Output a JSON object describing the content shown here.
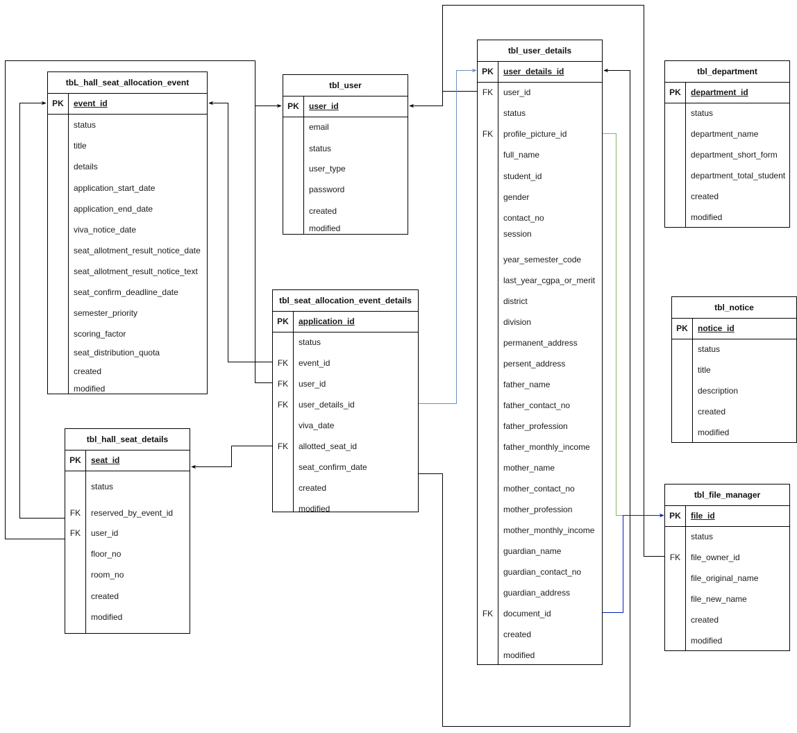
{
  "diagram": {
    "type": "entity-relationship",
    "tables": [
      {
        "id": "hall_seat_allocation_event",
        "name": "tbL_hall_seat_allocation_event",
        "pk": {
          "key": "PK",
          "field": "event_id"
        },
        "fields": [
          {
            "key": "",
            "name": "status"
          },
          {
            "key": "",
            "name": "title"
          },
          {
            "key": "",
            "name": "details"
          },
          {
            "key": "",
            "name": "application_start_date"
          },
          {
            "key": "",
            "name": "application_end_date"
          },
          {
            "key": "",
            "name": "viva_notice_date"
          },
          {
            "key": "",
            "name": "seat_allotment_result_notice_date"
          },
          {
            "key": "",
            "name": "seat_allotment_result_notice_text"
          },
          {
            "key": "",
            "name": "seat_confirm_deadline_date"
          },
          {
            "key": "",
            "name": "semester_priority"
          },
          {
            "key": "",
            "name": "scoring_factor"
          },
          {
            "key": "",
            "name": "seat_distribution_quota"
          },
          {
            "key": "",
            "name": "created"
          },
          {
            "key": "",
            "name": "modified"
          }
        ]
      },
      {
        "id": "user",
        "name": "tbl_user",
        "pk": {
          "key": "PK",
          "field": "user_id"
        },
        "fields": [
          {
            "key": "",
            "name": "email"
          },
          {
            "key": "",
            "name": "status"
          },
          {
            "key": "",
            "name": "user_type"
          },
          {
            "key": "",
            "name": "password"
          },
          {
            "key": "",
            "name": "created"
          },
          {
            "key": "",
            "name": "modified"
          }
        ]
      },
      {
        "id": "seat_allocation_event_details",
        "name": "tbl_seat_allocation_event_details",
        "pk": {
          "key": "PK",
          "field": "application_id"
        },
        "fields": [
          {
            "key": "",
            "name": "status"
          },
          {
            "key": "FK",
            "name": "event_id"
          },
          {
            "key": "FK",
            "name": "user_id"
          },
          {
            "key": "FK",
            "name": "user_details_id"
          },
          {
            "key": "",
            "name": "viva_date"
          },
          {
            "key": "FK",
            "name": "allotted_seat_id"
          },
          {
            "key": "",
            "name": "seat_confirm_date"
          },
          {
            "key": "",
            "name": "created"
          },
          {
            "key": "",
            "name": "modified"
          }
        ]
      },
      {
        "id": "hall_seat_details",
        "name": "tbl_hall_seat_details",
        "pk": {
          "key": "PK",
          "field": "seat_id"
        },
        "fields": [
          {
            "key": "",
            "name": "status"
          },
          {
            "key": "FK",
            "name": "reserved_by_event_id"
          },
          {
            "key": "FK",
            "name": "user_id"
          },
          {
            "key": "",
            "name": "floor_no"
          },
          {
            "key": "",
            "name": "room_no"
          },
          {
            "key": "",
            "name": "created"
          },
          {
            "key": "",
            "name": "modified"
          }
        ]
      },
      {
        "id": "user_details",
        "name": "tbl_user_details",
        "pk": {
          "key": "PK",
          "field": "user_details_id"
        },
        "fields": [
          {
            "key": "FK",
            "name": "user_id"
          },
          {
            "key": "",
            "name": "status"
          },
          {
            "key": "FK",
            "name": "profile_picture_id"
          },
          {
            "key": "",
            "name": "full_name"
          },
          {
            "key": "",
            "name": "student_id"
          },
          {
            "key": "",
            "name": "gender"
          },
          {
            "key": "",
            "name": "contact_no"
          },
          {
            "key": "",
            "name": "session"
          },
          {
            "key": "",
            "name": "year_semester_code"
          },
          {
            "key": "",
            "name": "last_year_cgpa_or_merit"
          },
          {
            "key": "",
            "name": "district"
          },
          {
            "key": "",
            "name": "division"
          },
          {
            "key": "",
            "name": "permanent_address"
          },
          {
            "key": "",
            "name": "persent_address"
          },
          {
            "key": "",
            "name": "father_name"
          },
          {
            "key": "",
            "name": "father_contact_no"
          },
          {
            "key": "",
            "name": "father_profession"
          },
          {
            "key": "",
            "name": "father_monthly_income"
          },
          {
            "key": "",
            "name": "mother_name"
          },
          {
            "key": "",
            "name": "mother_contact_no"
          },
          {
            "key": "",
            "name": "mother_profession"
          },
          {
            "key": "",
            "name": "mother_monthly_income"
          },
          {
            "key": "",
            "name": "guardian_name"
          },
          {
            "key": "",
            "name": "guardian_contact_no"
          },
          {
            "key": "",
            "name": "guardian_address"
          },
          {
            "key": "FK",
            "name": "document_id"
          },
          {
            "key": "",
            "name": "created"
          },
          {
            "key": "",
            "name": "modified"
          }
        ]
      },
      {
        "id": "department",
        "name": "tbl_department",
        "pk": {
          "key": "PK",
          "field": "department_id"
        },
        "fields": [
          {
            "key": "",
            "name": "status"
          },
          {
            "key": "",
            "name": "department_name"
          },
          {
            "key": "",
            "name": "department_short_form"
          },
          {
            "key": "",
            "name": "department_total_student"
          },
          {
            "key": "",
            "name": "created"
          },
          {
            "key": "",
            "name": "modified"
          }
        ]
      },
      {
        "id": "notice",
        "name": "tbl_notice",
        "pk": {
          "key": "PK",
          "field": "notice_id"
        },
        "fields": [
          {
            "key": "",
            "name": "status"
          },
          {
            "key": "",
            "name": "title"
          },
          {
            "key": "",
            "name": "description"
          },
          {
            "key": "",
            "name": "created"
          },
          {
            "key": "",
            "name": "modified"
          }
        ]
      },
      {
        "id": "file_manager",
        "name": "tbl_file_manager",
        "pk": {
          "key": "PK",
          "field": "file_id"
        },
        "fields": [
          {
            "key": "",
            "name": "status"
          },
          {
            "key": "FK",
            "name": "file_owner_id"
          },
          {
            "key": "",
            "name": "file_original_name"
          },
          {
            "key": "",
            "name": "file_new_name"
          },
          {
            "key": "",
            "name": "created"
          },
          {
            "key": "",
            "name": "modified"
          }
        ]
      }
    ],
    "relationships": [
      {
        "from": "tbl_seat_allocation_event_details.event_id",
        "to": "tbL_hall_seat_allocation_event.event_id",
        "color": "#000000"
      },
      {
        "from": "tbl_hall_seat_details.reserved_by_event_id",
        "to": "tbL_hall_seat_allocation_event.event_id",
        "color": "#000000"
      },
      {
        "from": "tbl_seat_allocation_event_details.user_id",
        "to": "tbl_user.user_id",
        "color": "#000000"
      },
      {
        "from": "tbl_hall_seat_details.user_id",
        "to": "tbl_user.user_id",
        "color": "#000000"
      },
      {
        "from": "tbl_user_details.user_id",
        "to": "tbl_user.user_id",
        "color": "#000000"
      },
      {
        "from": "tbl_file_manager.file_owner_id",
        "to": "tbl_user.user_id",
        "color": "#000000"
      },
      {
        "from": "tbl_seat_allocation_event_details.allotted_seat_id",
        "to": "tbl_hall_seat_details.seat_id",
        "color": "#000000"
      },
      {
        "from": "tbl_seat_allocation_event_details.user_details_id",
        "to": "tbl_user_details.user_details_id",
        "color": "#6c8ebf"
      },
      {
        "from": "tbl_seat_allocation_event_details.seat_confirm_date",
        "to": "tbl_user_details.user_details_id",
        "color": "#000000"
      },
      {
        "from": "tbl_user_details.profile_picture_id",
        "to": "tbl_file_manager.file_id",
        "color": "#82b366"
      },
      {
        "from": "tbl_user_details.document_id",
        "to": "tbl_file_manager.file_id",
        "color": "#001dbc"
      }
    ]
  }
}
